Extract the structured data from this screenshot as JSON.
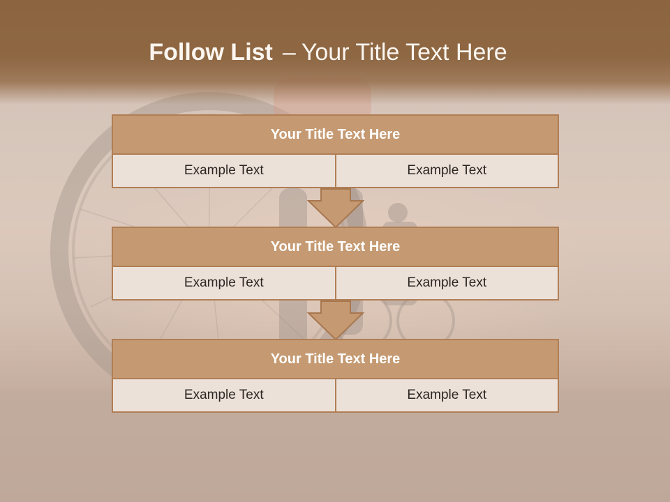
{
  "slide": {
    "title_bold": "Follow List",
    "title_dash": "–",
    "title_rest": "Your Title Text Here"
  },
  "colors": {
    "header_band": "#8c6540",
    "block_title_fill": "#c59a72",
    "block_border": "#b07e55",
    "cell_fill": "#e8d9cd",
    "arrow_fill": "#c59a72"
  },
  "blocks": [
    {
      "title": "Your Title Text Here",
      "cells": [
        "Example Text",
        "Example Text"
      ]
    },
    {
      "title": "Your Title Text Here",
      "cells": [
        "Example Text",
        "Example Text"
      ]
    },
    {
      "title": "Your Title Text Here",
      "cells": [
        "Example Text",
        "Example Text"
      ]
    }
  ],
  "icons": [
    "down-arrow-icon",
    "down-arrow-icon"
  ]
}
